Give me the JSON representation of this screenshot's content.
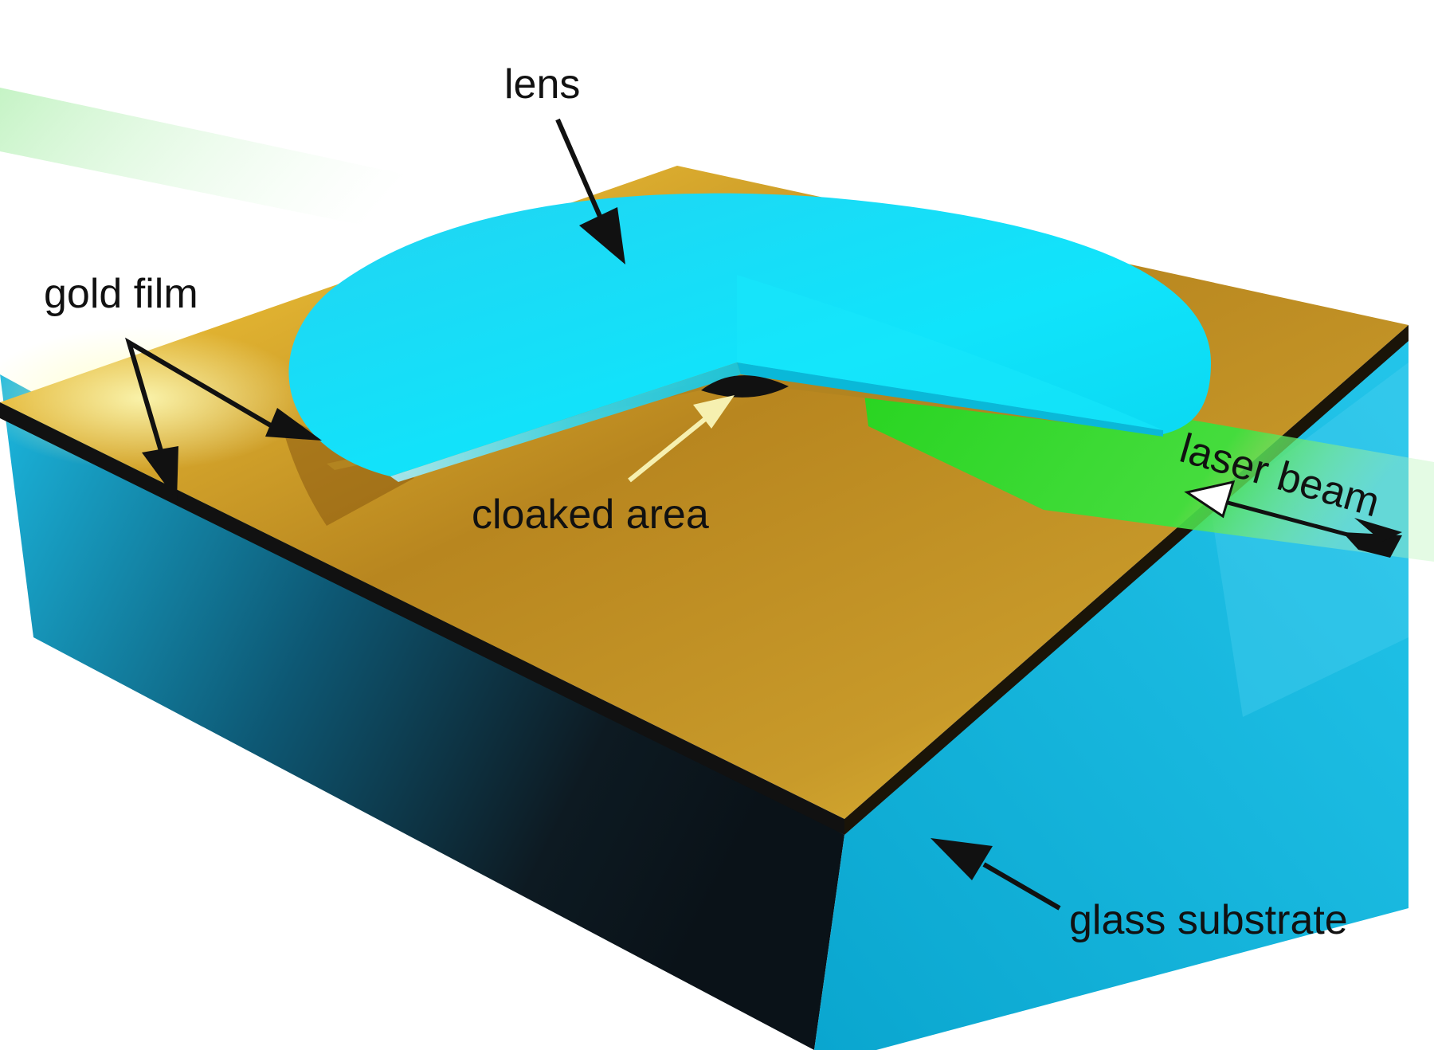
{
  "labels": {
    "lens": "lens",
    "gold_film": "gold film",
    "cloaked_area": "cloaked area",
    "laser_beam": "laser beam",
    "glass_substrate": "glass substrate"
  },
  "colors": {
    "gold": "#c9972a",
    "gold_light": "#f4d43c",
    "lens": "#12d8f5",
    "glass": "#0fb4dc",
    "glass_dark": "#0c1a22",
    "laser": "#22e022",
    "film_edge": "#111111",
    "cloak_arrow": "#f6f0b0"
  }
}
